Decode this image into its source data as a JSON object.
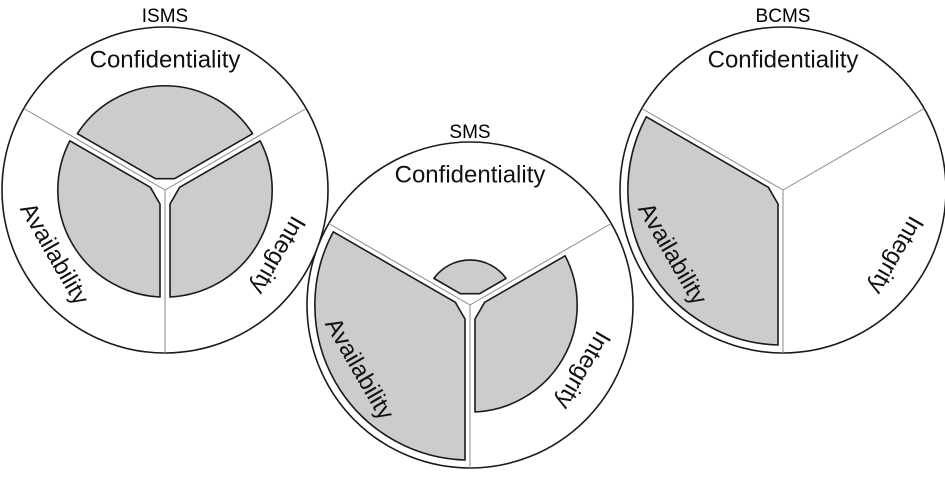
{
  "colors": {
    "outline": "#1a1a1a",
    "fill": "#cccccc",
    "background": "#ffffff"
  },
  "diagrams": [
    {
      "title": "ISMS",
      "segments": [
        {
          "key": "confidentiality",
          "label": "Confidentiality",
          "fill_level": 0.7
        },
        {
          "key": "integrity",
          "label": "Integrity",
          "fill_level": 0.72
        },
        {
          "key": "availability",
          "label": "Availability",
          "fill_level": 0.72
        }
      ]
    },
    {
      "title": "SMS",
      "segments": [
        {
          "key": "confidentiality",
          "label": "Confidentiality",
          "fill_level": 0.3
        },
        {
          "key": "integrity",
          "label": "Integrity",
          "fill_level": 0.72
        },
        {
          "key": "availability",
          "label": "Availability",
          "fill_level": 1.0
        }
      ]
    },
    {
      "title": "BCMS",
      "segments": [
        {
          "key": "confidentiality",
          "label": "Confidentiality",
          "fill_level": 0
        },
        {
          "key": "integrity",
          "label": "Integrity",
          "fill_level": 0
        },
        {
          "key": "availability",
          "label": "Availability",
          "fill_level": 1.0
        }
      ]
    }
  ]
}
